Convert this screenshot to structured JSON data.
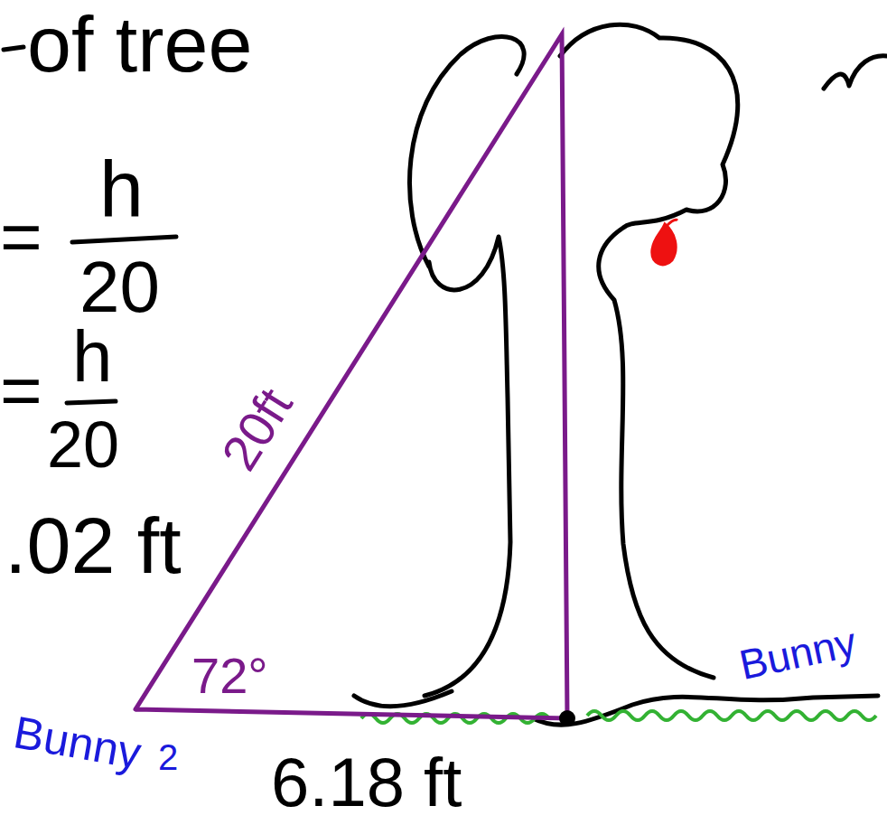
{
  "diagram": {
    "labels": [
      "of tree",
      "=",
      "h",
      "20",
      "=",
      "h",
      "20",
      ".02 ft",
      "20ft",
      "72°",
      "Bunny",
      "2",
      "6.18 ft",
      "Bunny"
    ]
  }
}
